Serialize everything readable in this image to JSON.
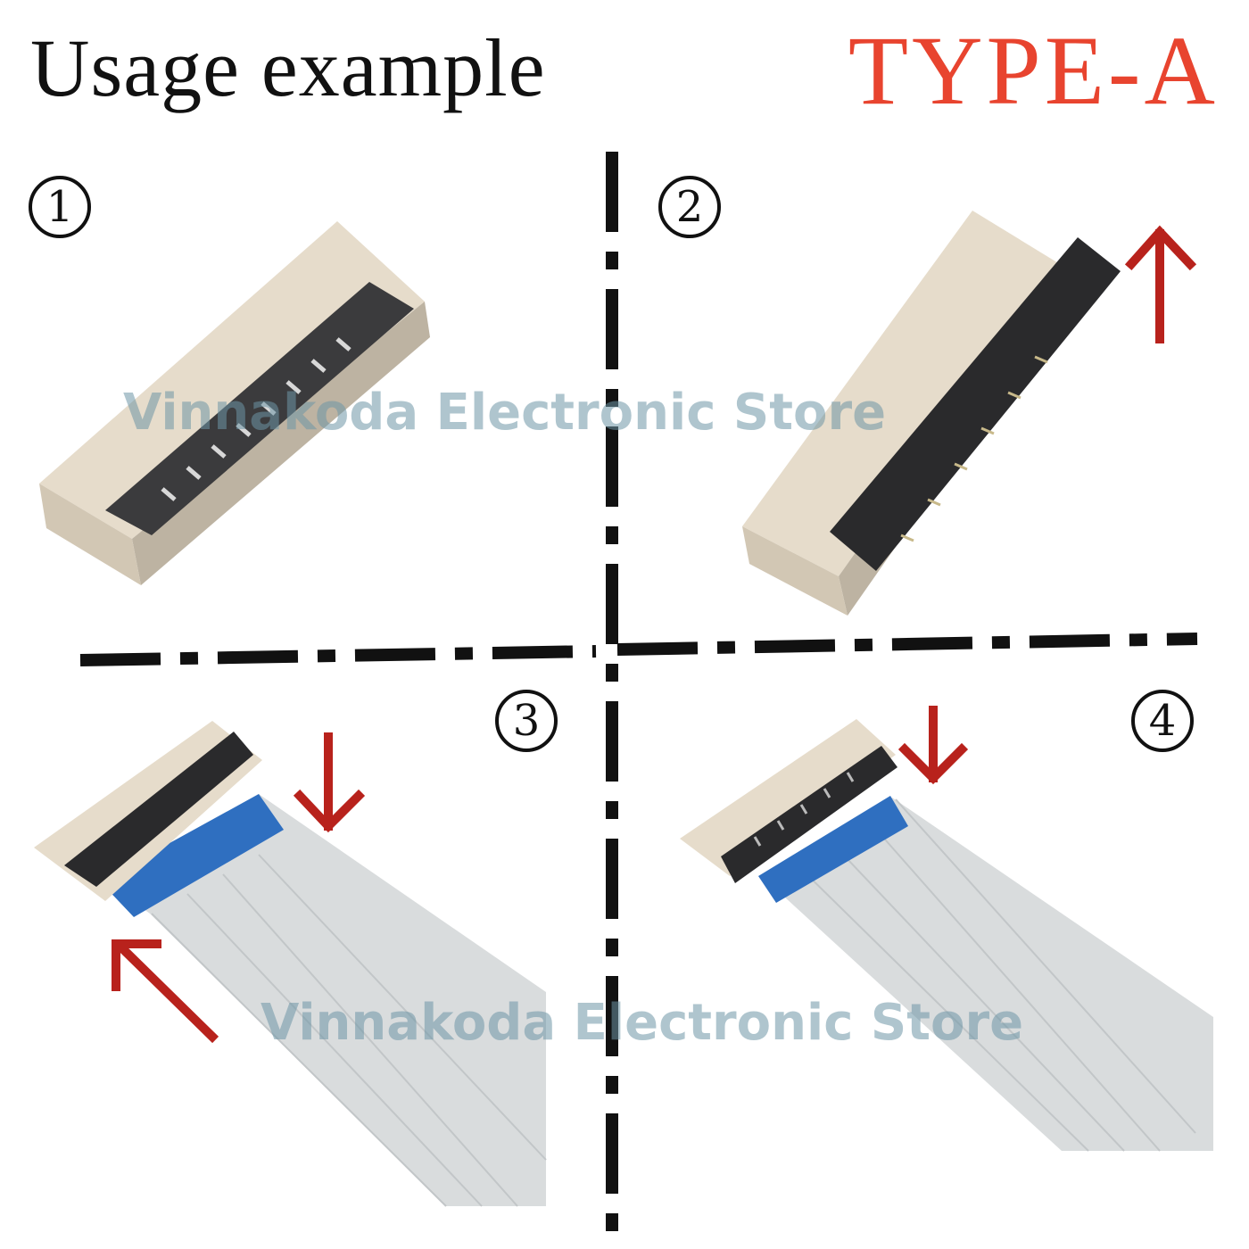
{
  "header": {
    "title": "Usage example",
    "type_label": "TYPE-A"
  },
  "steps": [
    {
      "number": "1"
    },
    {
      "number": "2"
    },
    {
      "number": "3"
    },
    {
      "number": "4"
    }
  ],
  "watermark": {
    "text": "Vinnakoda Electronic Store"
  },
  "colors": {
    "accent_red": "#e8442f",
    "arrow_red": "#b8221c",
    "connector_beige": "#e6dccb",
    "actuator_dark": "#3b3b3d",
    "cable_blue": "#2f6fc0",
    "cable_gray": "#d9dcdd"
  }
}
